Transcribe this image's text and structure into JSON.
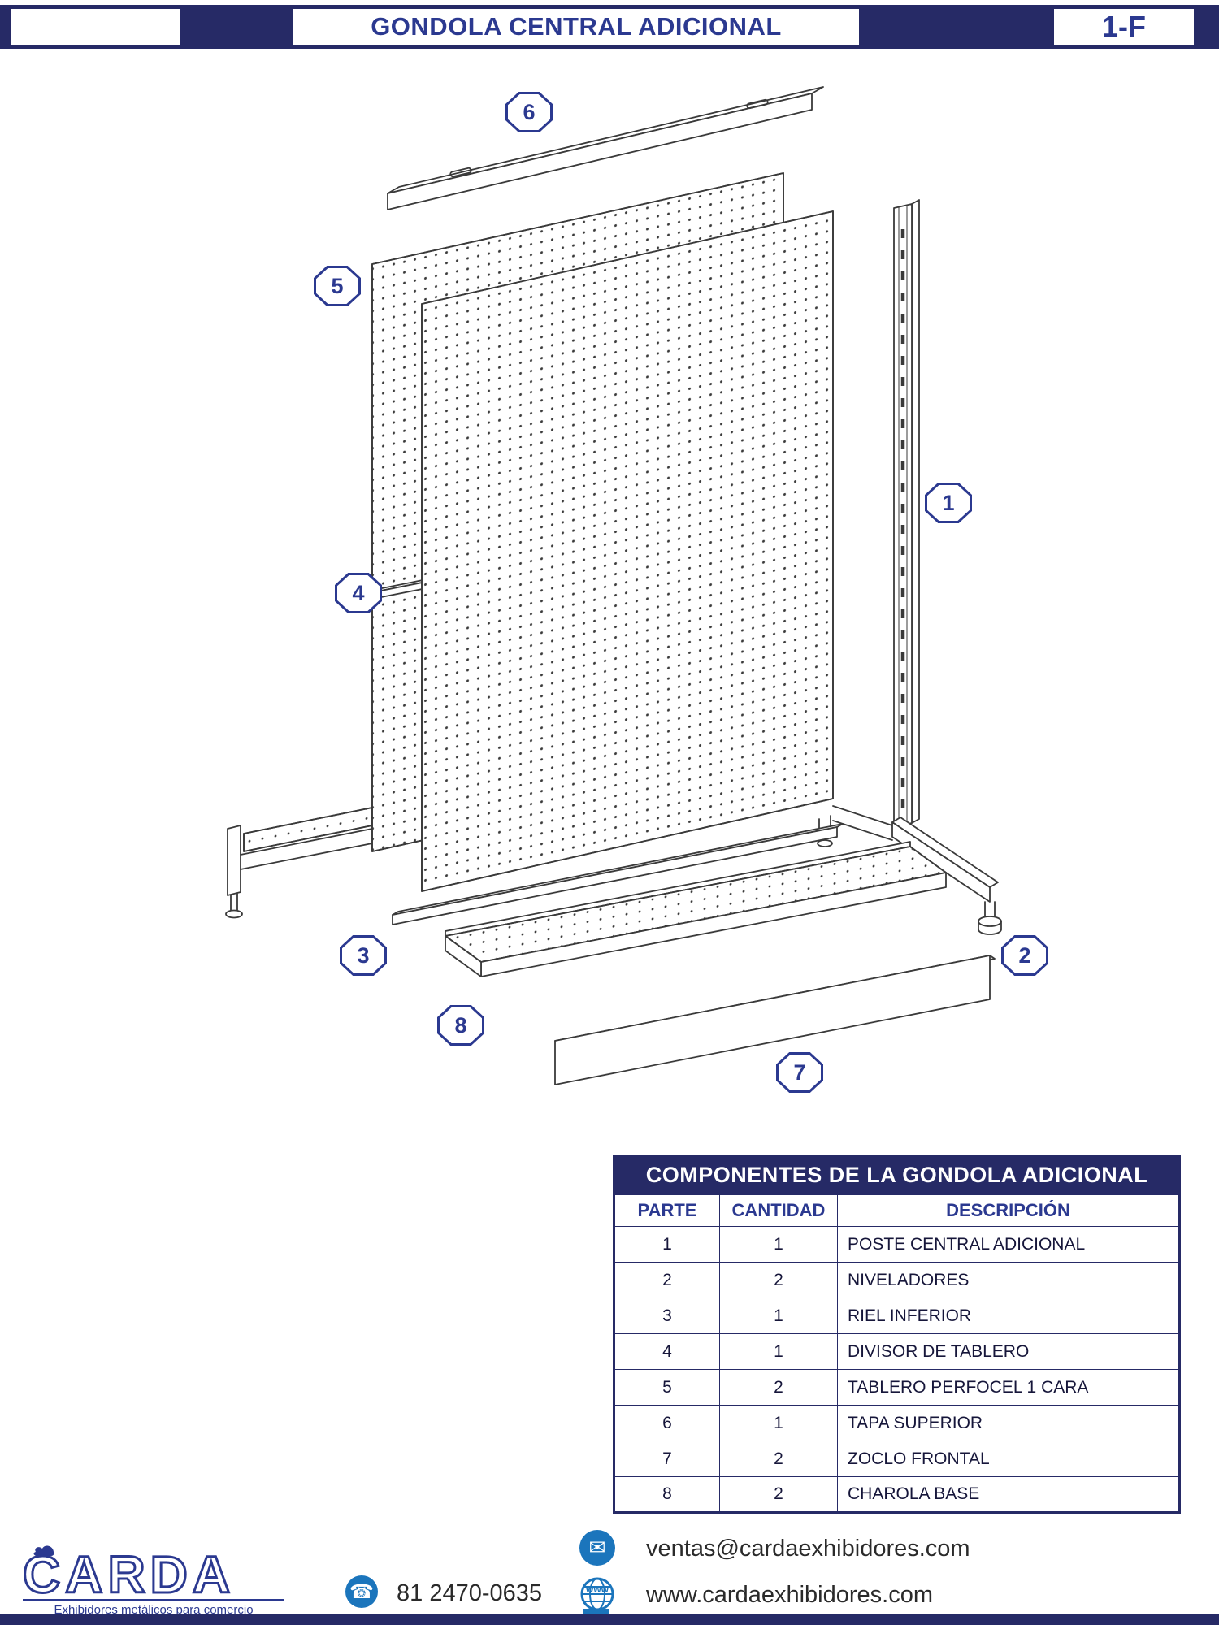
{
  "header": {
    "title": "GONDOLA CENTRAL ADICIONAL",
    "sheet_code": "1-F"
  },
  "callouts": [
    {
      "number": "1",
      "part": "poste-central-adicional"
    },
    {
      "number": "2",
      "part": "niveladores"
    },
    {
      "number": "3",
      "part": "riel-inferior"
    },
    {
      "number": "4",
      "part": "divisor-de-tablero"
    },
    {
      "number": "5",
      "part": "tablero-perfocel-1-cara"
    },
    {
      "number": "6",
      "part": "tapa-superior"
    },
    {
      "number": "7",
      "part": "zoclo-frontal"
    },
    {
      "number": "8",
      "part": "charola-base"
    }
  ],
  "table": {
    "title": "COMPONENTES DE LA GONDOLA ADICIONAL",
    "columns": [
      "PARTE",
      "CANTIDAD",
      "DESCRIPCIÓN"
    ],
    "rows": [
      {
        "parte": "1",
        "cantidad": "1",
        "descripcion": "POSTE CENTRAL ADICIONAL"
      },
      {
        "parte": "2",
        "cantidad": "2",
        "descripcion": "NIVELADORES"
      },
      {
        "parte": "3",
        "cantidad": "1",
        "descripcion": "RIEL INFERIOR"
      },
      {
        "parte": "4",
        "cantidad": "1",
        "descripcion": "DIVISOR DE TABLERO"
      },
      {
        "parte": "5",
        "cantidad": "2",
        "descripcion": "TABLERO PERFOCEL 1 CARA"
      },
      {
        "parte": "6",
        "cantidad": "1",
        "descripcion": "TAPA SUPERIOR"
      },
      {
        "parte": "7",
        "cantidad": "2",
        "descripcion": "ZOCLO FRONTAL"
      },
      {
        "parte": "8",
        "cantidad": "2",
        "descripcion": "CHAROLA BASE"
      }
    ]
  },
  "footer": {
    "logo_text": "CARDA",
    "tagline": "Exhibidores metálicos para comercio",
    "phone": "81 2470-0635",
    "email": "ventas@cardaexhibidores.com",
    "website": "www.cardaexhibidores.com",
    "icons": {
      "phone_glyph": "☎",
      "email_glyph": "✉",
      "web_label": "www"
    }
  },
  "colors": {
    "navy": "#262a66",
    "blue": "#2b3990",
    "icon_blue": "#1b75bc",
    "line": "#3a3a3a"
  }
}
